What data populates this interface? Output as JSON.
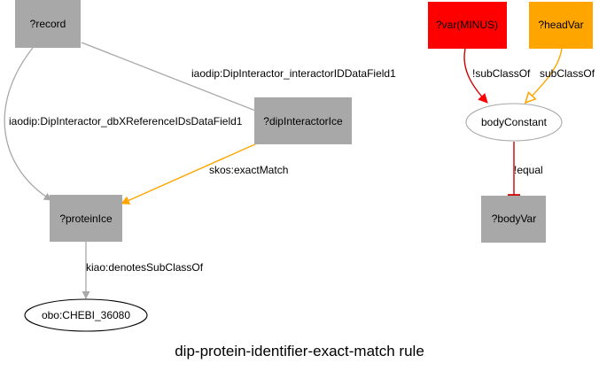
{
  "title": "dip-protein-identifier-exact-match rule",
  "colors": {
    "box_gray": "#a8a8a8",
    "box_red": "#ff0000",
    "box_orange": "#ffa500",
    "edge_gray": "#a8a8a8",
    "edge_orange": "#ffa500",
    "edge_red": "#cc0000"
  },
  "nodes": {
    "record": "?record",
    "dipInteractorIce": "?dipInteractorIce",
    "proteinIce": "?proteinIce",
    "chebi": "obo:CHEBI_36080",
    "varMinus": "?var(MINUS)",
    "headVar": "?headVar",
    "bodyConstant": "bodyConstant",
    "bodyVar": "?bodyVar"
  },
  "edges": {
    "record_to_dip": "iaodip:DipInteractor_interactorIDDataField1",
    "record_to_protein": "iaodip:DipInteractor_dbXReferenceIDsDataField1",
    "dip_to_protein": "skos:exactMatch",
    "protein_to_chebi": "kiao:denotesSubClassOf",
    "minus_to_constant": "!subClassOf",
    "head_to_constant": "subClassOf",
    "constant_to_bodyvar": "!equal"
  }
}
